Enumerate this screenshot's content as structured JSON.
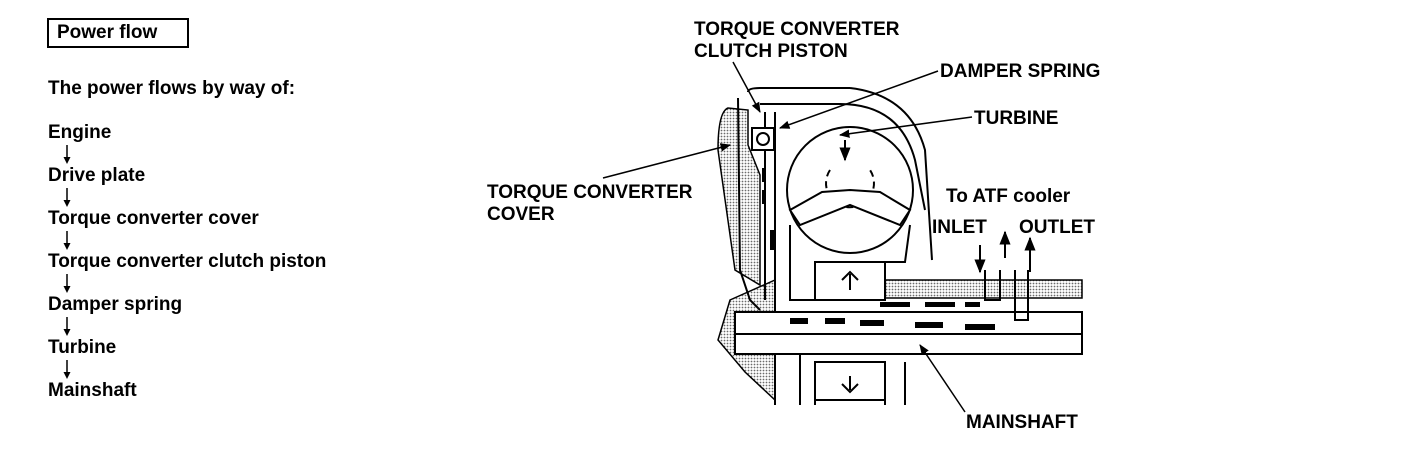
{
  "header": {
    "title": "Power flow"
  },
  "intro": "The power flows by way of:",
  "flow_steps": [
    "Engine",
    "Drive plate",
    "Torque converter cover",
    "Torque converter clutch piston",
    "Damper spring",
    "Turbine",
    "Mainshaft"
  ],
  "diagram_labels": {
    "clutch_piston_line1": "TORQUE CONVERTER",
    "clutch_piston_line2": "CLUTCH PISTON",
    "damper_spring": "DAMPER SPRING",
    "turbine": "TURBINE",
    "cover_line1": "TORQUE CONVERTER",
    "cover_line2": "COVER",
    "atf_cooler": "To ATF cooler",
    "inlet": "INLET",
    "outlet": "OUTLET",
    "mainshaft": "MAINSHAFT"
  }
}
